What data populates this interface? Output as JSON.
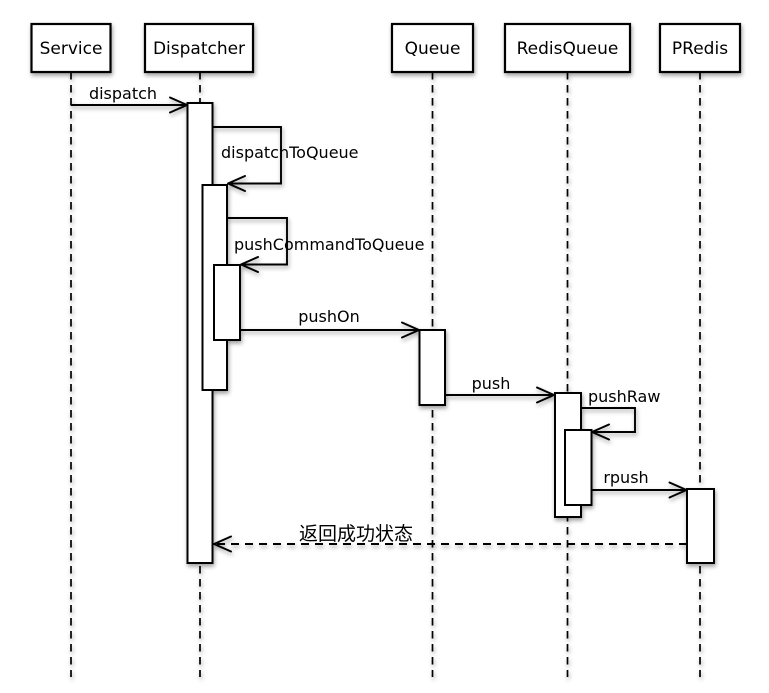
{
  "diagram": {
    "type": "uml-sequence-diagram",
    "participants": [
      {
        "label": "Service"
      },
      {
        "label": "Dispatcher"
      },
      {
        "label": "Queue"
      },
      {
        "label": "RedisQueue"
      },
      {
        "label": "PRedis"
      }
    ],
    "messages": [
      {
        "label": "dispatch",
        "from": "Service",
        "to": "Dispatcher",
        "style": "solid-open-arrow"
      },
      {
        "label": "dispatchToQueue",
        "from": "Dispatcher",
        "to": "Dispatcher",
        "style": "self-call"
      },
      {
        "label": "pushCommandToQueue",
        "from": "Dispatcher",
        "to": "Dispatcher",
        "style": "self-call"
      },
      {
        "label": "pushOn",
        "from": "Dispatcher",
        "to": "Queue",
        "style": "solid-open-arrow"
      },
      {
        "label": "push",
        "from": "Queue",
        "to": "RedisQueue",
        "style": "solid-open-arrow"
      },
      {
        "label": "pushRaw",
        "from": "RedisQueue",
        "to": "RedisQueue",
        "style": "self-call"
      },
      {
        "label": "rpush",
        "from": "RedisQueue",
        "to": "PRedis",
        "style": "solid-open-arrow"
      },
      {
        "label": "返回成功状态",
        "from": "PRedis",
        "to": "Dispatcher",
        "style": "dashed-return-arrow"
      }
    ],
    "colors": {
      "line": "#000000",
      "fill": "#ffffff",
      "background": "#ffffff"
    }
  }
}
